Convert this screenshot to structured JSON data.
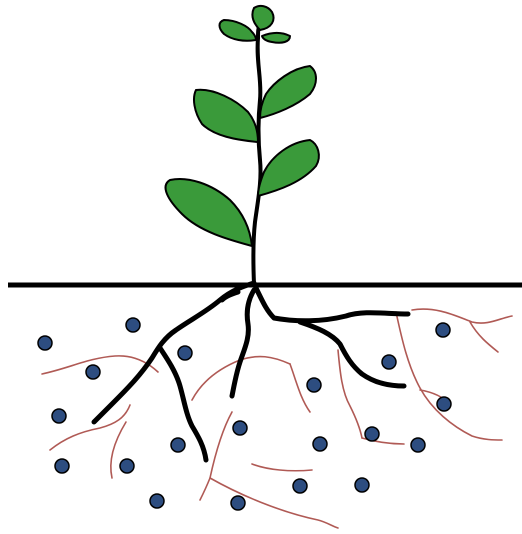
{
  "colors": {
    "background": "#ffffff",
    "leaf": "#3a9a3a",
    "outline": "#000000",
    "hyphae": "#b05a55",
    "nutrient_particles": "#2d4d80"
  },
  "elements": {
    "plant": "plant-icon",
    "roots": "root-system",
    "hyphae": "fungal-hyphae-network",
    "particles": "soil-particles"
  }
}
